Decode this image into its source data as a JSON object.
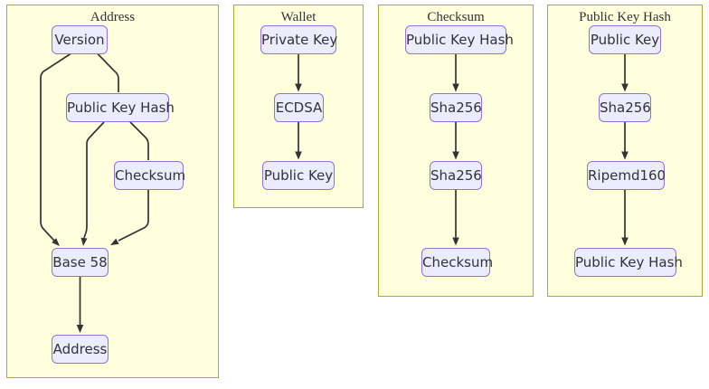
{
  "diagram": {
    "type": "flowchart",
    "clusters": [
      {
        "title": "Address",
        "nodes": [
          {
            "id": "version",
            "label": "Version"
          },
          {
            "id": "public-key-hash",
            "label": "Public Key Hash"
          },
          {
            "id": "checksum",
            "label": "Checksum"
          },
          {
            "id": "base-58",
            "label": "Base 58"
          },
          {
            "id": "address",
            "label": "Address"
          }
        ],
        "edges": [
          {
            "from": "Version",
            "to": "Public Key Hash"
          },
          {
            "from": "Version",
            "to": "Base 58"
          },
          {
            "from": "Public Key Hash",
            "to": "Checksum"
          },
          {
            "from": "Public Key Hash",
            "to": "Base 58"
          },
          {
            "from": "Checksum",
            "to": "Base 58"
          },
          {
            "from": "Base 58",
            "to": "Address"
          }
        ]
      },
      {
        "title": "Wallet",
        "nodes": [
          {
            "id": "private-key",
            "label": "Private Key"
          },
          {
            "id": "ecdsa",
            "label": "ECDSA"
          },
          {
            "id": "public-key",
            "label": "Public Key"
          }
        ],
        "edges": [
          {
            "from": "Private Key",
            "to": "ECDSA"
          },
          {
            "from": "ECDSA",
            "to": "Public Key"
          }
        ]
      },
      {
        "title": "Checksum",
        "nodes": [
          {
            "id": "public-key-hash",
            "label": "Public Key Hash"
          },
          {
            "id": "sha256-1",
            "label": "Sha256"
          },
          {
            "id": "sha256-2",
            "label": "Sha256"
          },
          {
            "id": "checksum",
            "label": "Checksum"
          }
        ],
        "edges": [
          {
            "from": "Public Key Hash",
            "to": "Sha256"
          },
          {
            "from": "Sha256",
            "to": "Sha256"
          },
          {
            "from": "Sha256",
            "to": "Checksum"
          }
        ]
      },
      {
        "title": "Public Key Hash",
        "nodes": [
          {
            "id": "public-key",
            "label": "Public Key"
          },
          {
            "id": "sha256",
            "label": "Sha256"
          },
          {
            "id": "ripemd160",
            "label": "Ripemd160"
          },
          {
            "id": "public-key-hash",
            "label": "Public Key Hash"
          }
        ],
        "edges": [
          {
            "from": "Public Key",
            "to": "Sha256"
          },
          {
            "from": "Sha256",
            "to": "Ripemd160"
          },
          {
            "from": "Ripemd160",
            "to": "Public Key Hash"
          }
        ]
      }
    ],
    "colors": {
      "cluster_fill": "#ffffde",
      "cluster_border": "#aaaa33",
      "node_fill": "#ececff",
      "node_border": "#9370db",
      "edge": "#333333",
      "text": "#333333",
      "background": "#ffffff"
    }
  }
}
